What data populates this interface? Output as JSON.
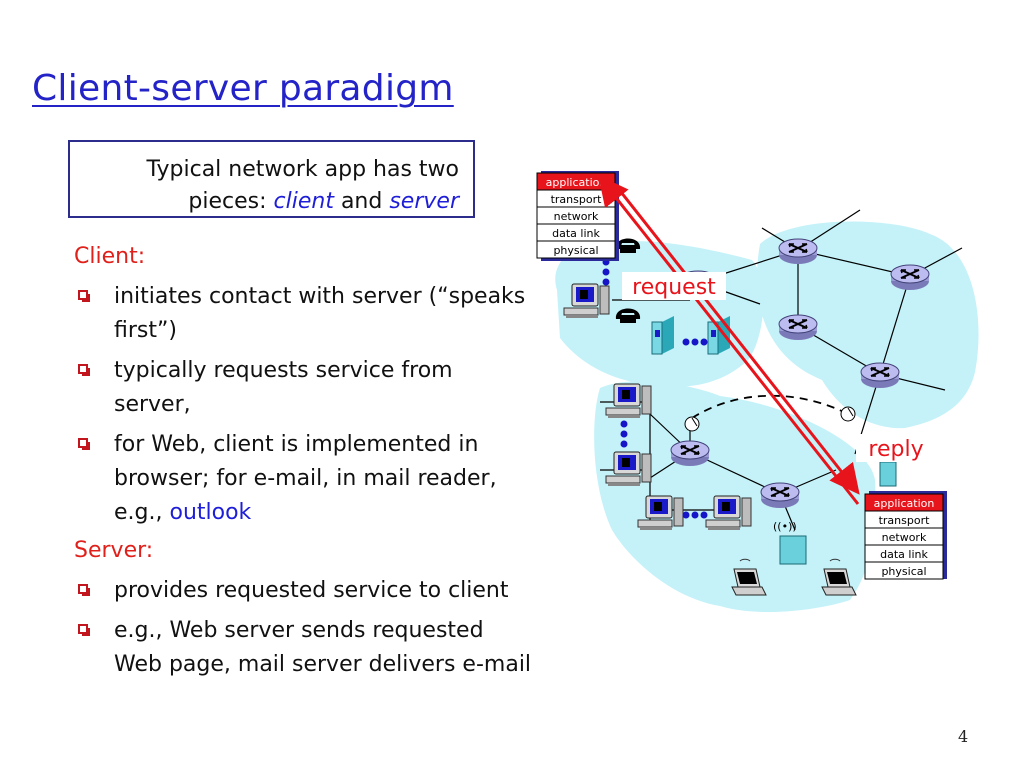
{
  "slide": {
    "title": "Client-server paradigm",
    "page_number": "4"
  },
  "callout": {
    "line1": "Typical network app has two",
    "line2_prefix": "pieces: ",
    "client": "client",
    "and": " and ",
    "server": "server"
  },
  "client_section": {
    "heading": "Client:",
    "bullets": [
      "initiates contact with server (“speaks first”)",
      "typically requests service from server,",
      "for Web, client is implemented in browser; for e-mail, in mail reader, e.g., "
    ],
    "outlook": "outlook"
  },
  "server_section": {
    "heading": "Server:",
    "bullets": [
      "provides requested service to client",
      "e.g., Web server sends requested Web page, mail server delivers e-mail"
    ]
  },
  "diagram": {
    "request_label": "request",
    "reply_label": "reply",
    "client_stack": [
      "application",
      "transport",
      "network",
      "data link",
      "physical"
    ],
    "server_stack": [
      "application",
      "transport",
      "network",
      "data link",
      "physical"
    ],
    "colors": {
      "cloud": "#c4f2f8",
      "router": "#b8b8ee",
      "arrow": "#e8141c",
      "app_layer": "#e8141c"
    }
  }
}
